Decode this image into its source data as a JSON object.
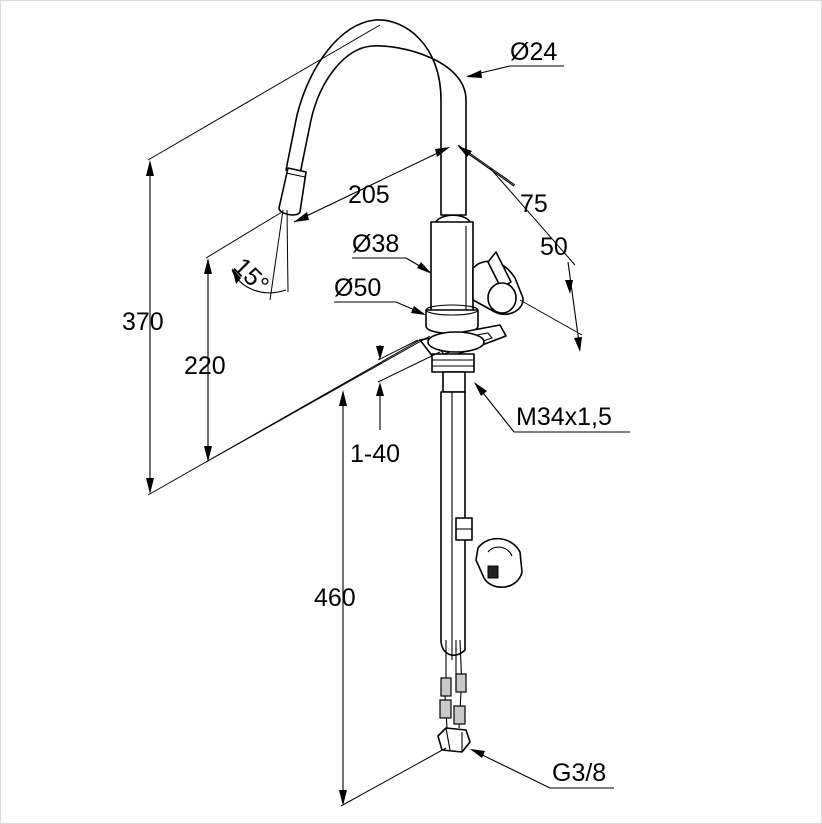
{
  "labels": {
    "spout_diameter": "Ø24",
    "reach": "205",
    "offset_75": "75",
    "offset_50": "50",
    "body_diameter": "Ø38",
    "base_diameter": "Ø50",
    "angle": "15°",
    "total_height": "370",
    "outlet_height": "220",
    "deck_thickness": "1-40",
    "thread": "M34x1,5",
    "hose_length": "460",
    "connection": "G3/8"
  }
}
